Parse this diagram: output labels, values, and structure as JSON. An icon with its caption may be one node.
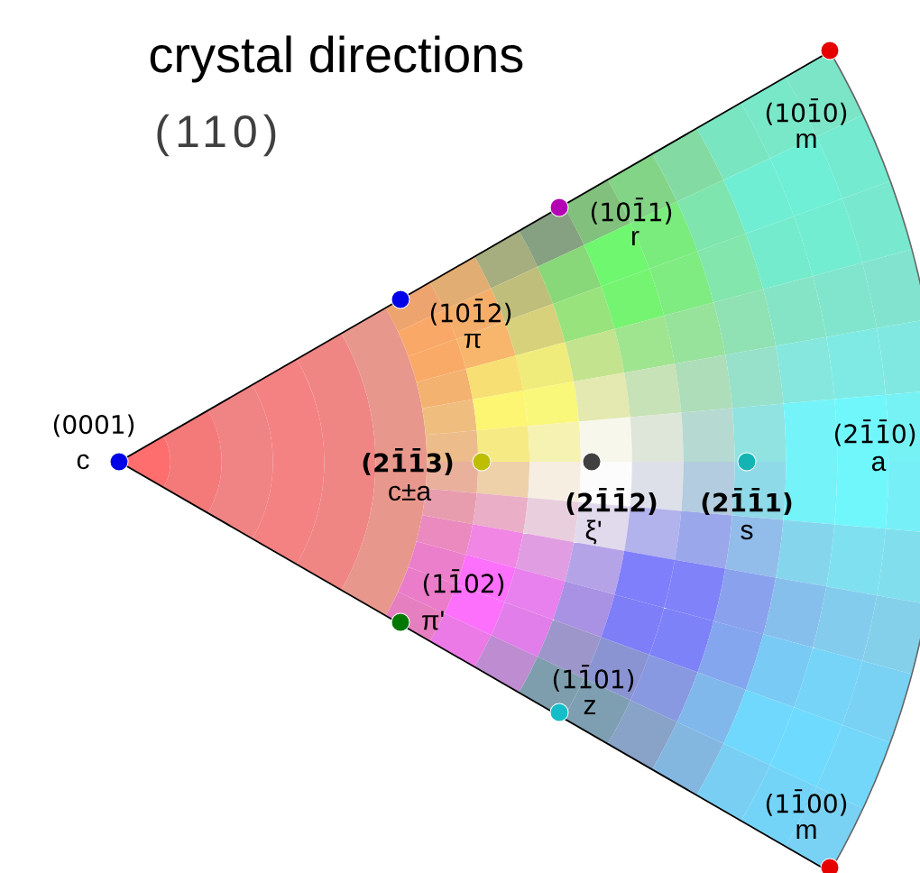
{
  "diagram": {
    "title": "crystal directions",
    "nodes": [
      {
        "text": [],
        "shape": "circle",
        "beside": [
          "(101̄0)",
          "m"
        ]
      },
      {
        "text": [],
        "shape": "circle",
        "beside": [
          "(101̄1)",
          "r"
        ]
      },
      {
        "text": [],
        "shape": "circle",
        "beside": [
          "(101̄2)",
          "π"
        ]
      },
      {
        "text": [],
        "shape": "circle",
        "beside": [
          "(0001)",
          "c"
        ]
      },
      {
        "text": [],
        "shape": "circle",
        "beside": [
          "(21̄1̄3)",
          "c±a"
        ]
      },
      {
        "text": [],
        "shape": "circle",
        "beside": [
          "(21̄1̄2)",
          "ξ'"
        ]
      },
      {
        "text": [],
        "shape": "circle",
        "beside": [
          "(21̄1̄1)",
          "s"
        ]
      },
      {
        "text": [],
        "shape": "circle",
        "beside": [
          "(11̄02)",
          "π'"
        ]
      },
      {
        "text": [],
        "shape": "circle",
        "beside": [
          "(11̄01)",
          "z"
        ]
      },
      {
        "text": [],
        "shape": "circle",
        "beside": [
          "(11̄00)",
          "m"
        ]
      }
    ],
    "labels": [
      "(110)",
      "(21̄1̄0)",
      "a"
    ]
  }
}
